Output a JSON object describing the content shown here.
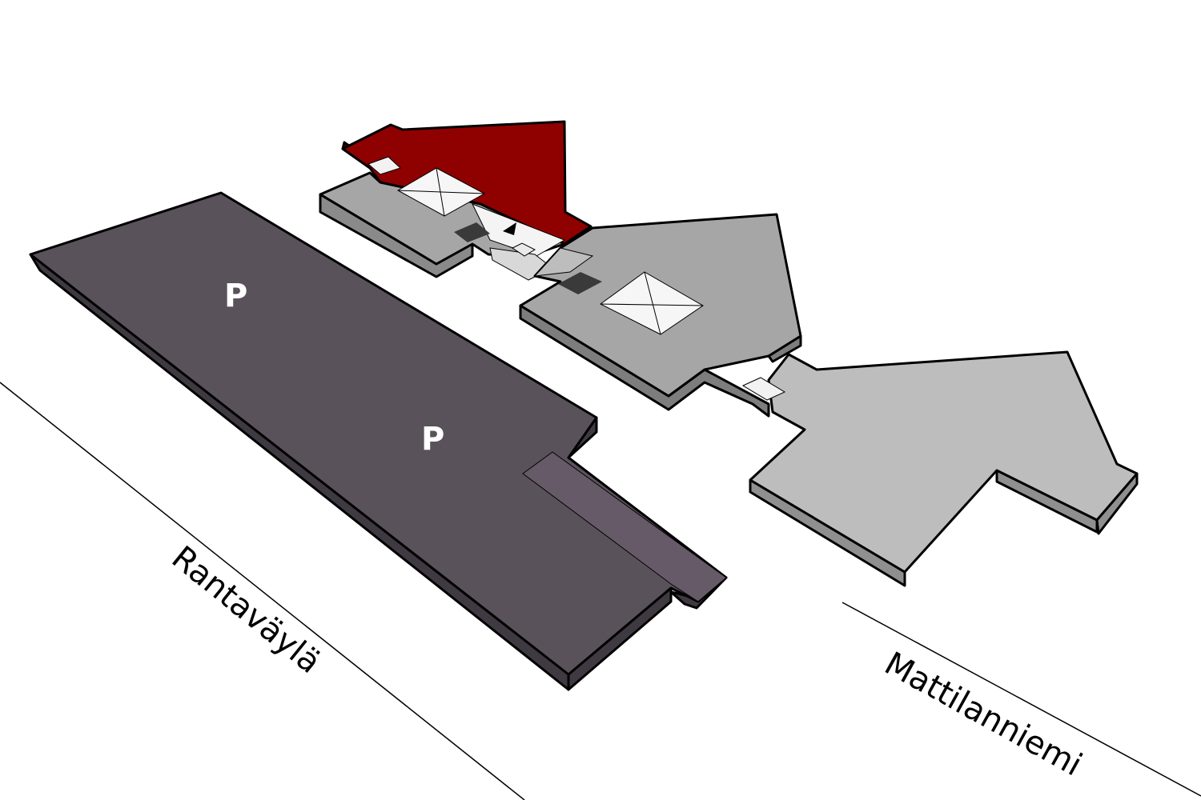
{
  "streets": [
    {
      "name": "Rantaväylä"
    },
    {
      "name": "Mattilanniemi"
    }
  ],
  "parking": [
    {
      "label": "P"
    },
    {
      "label": "P"
    }
  ],
  "colors": {
    "parking_top": "#5a525b",
    "parking_side": "#3f3a41",
    "highlight": "#8f0000",
    "building_grey": "#a6a6a6",
    "building_light": "#bdbdbd",
    "side": "#8a8a8a"
  },
  "marker": {
    "icon": "location-arrow-icon"
  }
}
